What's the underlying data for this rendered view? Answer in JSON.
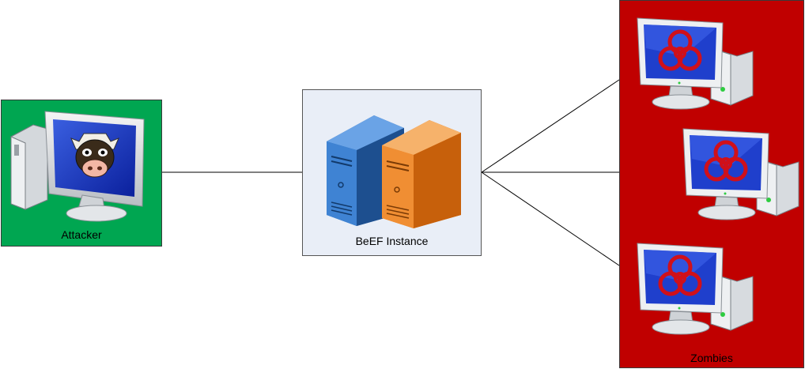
{
  "colors": {
    "attacker_fill": "#00a651",
    "zombies_fill": "#c00000",
    "beef_fill": "#e9eef7",
    "line": "#000000",
    "biohazard": "#d0101a",
    "server_blue": "#2f6fb8",
    "server_orange": "#e87c1e"
  },
  "nodes": {
    "attacker": {
      "label": "Attacker",
      "icon": "computer-cow-icon"
    },
    "beef": {
      "label": "BeEF Instance",
      "icon": "servers-icon"
    },
    "zombies": {
      "label": "Zombies",
      "items": [
        {
          "icon": "biohazard-computer-icon"
        },
        {
          "icon": "biohazard-computer-icon"
        },
        {
          "icon": "biohazard-computer-icon"
        }
      ]
    }
  }
}
